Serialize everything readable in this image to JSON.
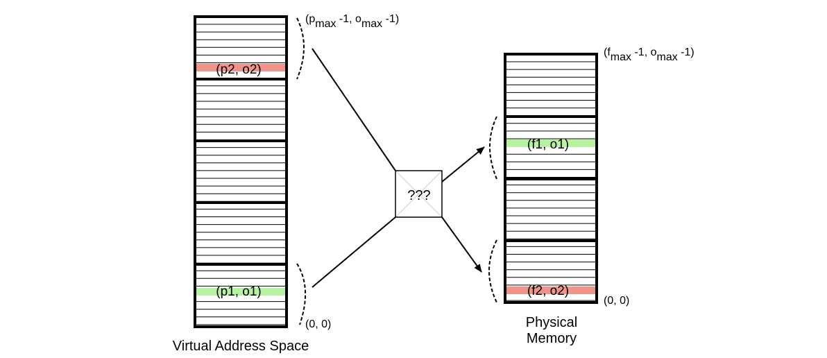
{
  "virtual": {
    "caption": "Virtual Address Space",
    "top_label": {
      "p": "p",
      "sub1": "max",
      "mid": " -1, o",
      "sub2": "max",
      "end": " -1)",
      "open": "("
    },
    "bottom_label": "(0, 0)",
    "highlight_top": {
      "text": "(p2, o2)",
      "color": "#f2938a"
    },
    "highlight_bottom": {
      "text": "(p1, o1)",
      "color": "#b7f2a0"
    }
  },
  "physical": {
    "caption_line1": "Physical",
    "caption_line2": "Memory",
    "top_label": {
      "open": "(",
      "p": "f",
      "sub1": "max",
      "mid": " -1, o",
      "sub2": "max",
      "end": " -1)"
    },
    "bottom_label": "(0, 0)",
    "highlight_top": {
      "text": "(f1, o1)",
      "color": "#b7f2a0"
    },
    "highlight_bottom": {
      "text": "(f2, o2)",
      "color": "#f2938a"
    }
  },
  "translator": {
    "label": "???"
  },
  "colors": {
    "green": "#b7f2a0",
    "red": "#f2938a",
    "line": "#000000"
  }
}
